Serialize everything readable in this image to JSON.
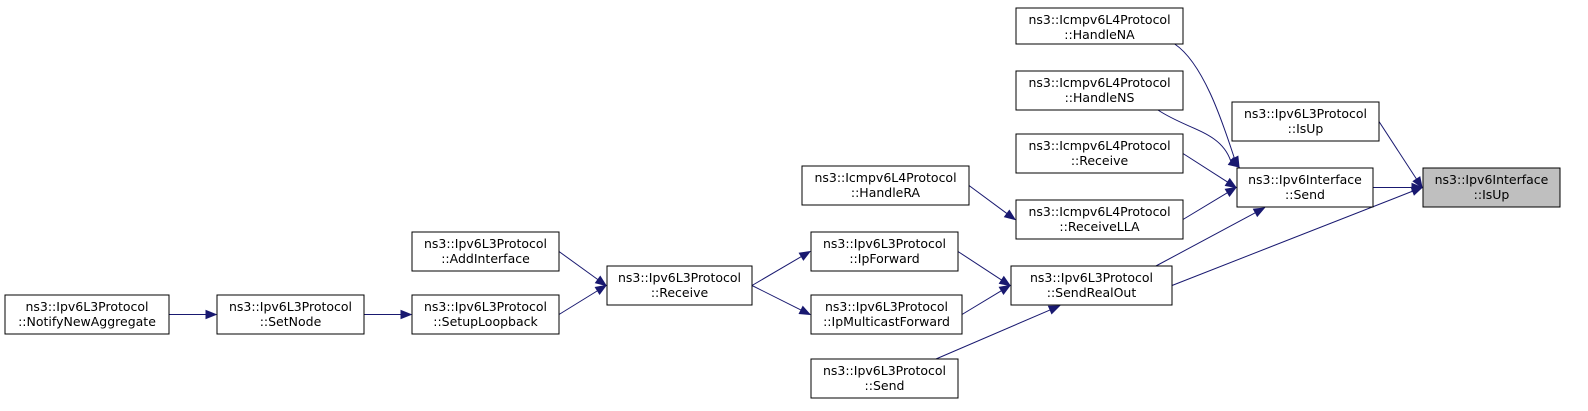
{
  "graph": {
    "nodes": [
      {
        "id": "n0",
        "lines": [
          "ns3::Ipv6Interface",
          "::IsUp"
        ],
        "root": true
      },
      {
        "id": "n1",
        "lines": [
          "ns3::Ipv6L3Protocol",
          "::IsUp"
        ]
      },
      {
        "id": "n2",
        "lines": [
          "ns3::Ipv6Interface",
          "::Send"
        ]
      },
      {
        "id": "n3",
        "lines": [
          "ns3::Ipv6L3Protocol",
          "::SendRealOut"
        ]
      },
      {
        "id": "n4",
        "lines": [
          "ns3::Icmpv6L4Protocol",
          "::HandleNA"
        ]
      },
      {
        "id": "n5",
        "lines": [
          "ns3::Icmpv6L4Protocol",
          "::HandleNS"
        ]
      },
      {
        "id": "n6",
        "lines": [
          "ns3::Icmpv6L4Protocol",
          "::Receive"
        ]
      },
      {
        "id": "n7",
        "lines": [
          "ns3::Icmpv6L4Protocol",
          "::ReceiveLLA"
        ]
      },
      {
        "id": "n8",
        "lines": [
          "ns3::Icmpv6L4Protocol",
          "::HandleRA"
        ]
      },
      {
        "id": "n9",
        "lines": [
          "ns3::Ipv6L3Protocol",
          "::IpForward"
        ]
      },
      {
        "id": "n10",
        "lines": [
          "ns3::Ipv6L3Protocol",
          "::IpMulticastForward"
        ]
      },
      {
        "id": "n11",
        "lines": [
          "ns3::Ipv6L3Protocol",
          "::Send"
        ]
      },
      {
        "id": "n12",
        "lines": [
          "ns3::Ipv6L3Protocol",
          "::Receive"
        ]
      },
      {
        "id": "n13",
        "lines": [
          "ns3::Ipv6L3Protocol",
          "::AddInterface"
        ]
      },
      {
        "id": "n14",
        "lines": [
          "ns3::Ipv6L3Protocol",
          "::SetupLoopback"
        ]
      },
      {
        "id": "n15",
        "lines": [
          "ns3::Ipv6L3Protocol",
          "::SetNode"
        ]
      },
      {
        "id": "n16",
        "lines": [
          "ns3::Ipv6L3Protocol",
          "::NotifyNewAggregate"
        ]
      }
    ],
    "edges": [
      {
        "from": "n1",
        "to": "n0"
      },
      {
        "from": "n2",
        "to": "n0"
      },
      {
        "from": "n3",
        "to": "n0"
      },
      {
        "from": "n4",
        "to": "n2"
      },
      {
        "from": "n5",
        "to": "n2"
      },
      {
        "from": "n6",
        "to": "n2"
      },
      {
        "from": "n7",
        "to": "n2"
      },
      {
        "from": "n3",
        "to": "n2"
      },
      {
        "from": "n8",
        "to": "n7"
      },
      {
        "from": "n9",
        "to": "n3"
      },
      {
        "from": "n10",
        "to": "n3"
      },
      {
        "from": "n11",
        "to": "n3"
      },
      {
        "from": "n12",
        "to": "n9"
      },
      {
        "from": "n12",
        "to": "n10"
      },
      {
        "from": "n13",
        "to": "n12"
      },
      {
        "from": "n14",
        "to": "n12"
      },
      {
        "from": "n15",
        "to": "n14"
      },
      {
        "from": "n16",
        "to": "n15"
      }
    ],
    "colors": {
      "edge": "#191970",
      "root_fill": "#bfbfbf",
      "node_fill": "#ffffff",
      "border": "#000000"
    }
  }
}
